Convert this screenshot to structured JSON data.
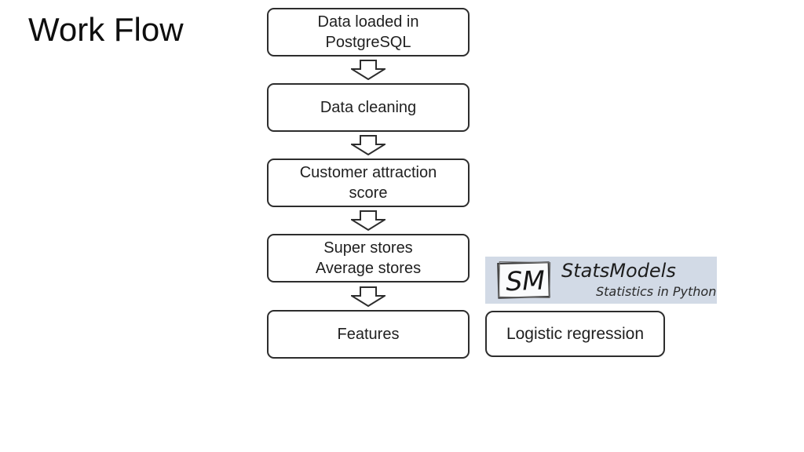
{
  "title": "Work Flow",
  "flow_boxes": [
    {
      "label": "Data loaded in\nPostgreSQL"
    },
    {
      "label": "Data cleaning"
    },
    {
      "label": "Customer attraction\nscore"
    },
    {
      "label": "Super stores\nAverage stores"
    },
    {
      "label": "Features"
    }
  ],
  "connectors": {
    "style": "hollow-down-block-arrow",
    "count": 4
  },
  "logo": {
    "monogram": "SM",
    "name": "StatsModels",
    "tagline": "Statistics in Python",
    "background_color": "#d2dae6"
  },
  "side_box": {
    "label": "Logistic regression"
  },
  "colors": {
    "slide_background": "#ffffff",
    "box_border": "#2d2d2d",
    "box_fill": "#ffffff",
    "text": "#1f1f1f"
  }
}
